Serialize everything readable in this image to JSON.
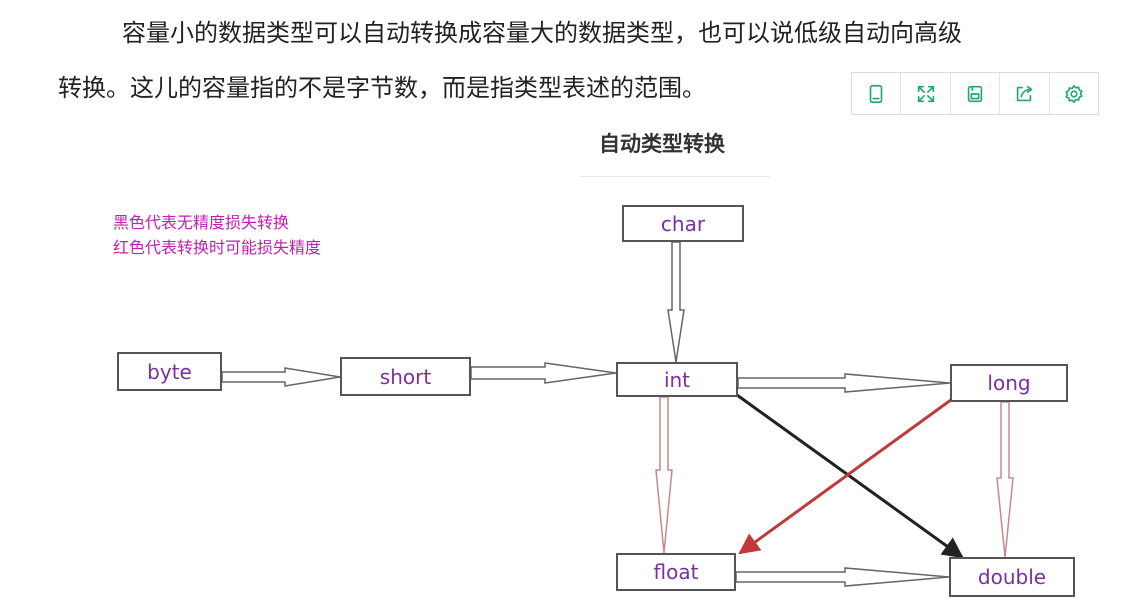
{
  "paragraph": {
    "line1": "容量小的数据类型可以自动转换成容量大的数据类型，也可以说低级自动向高级",
    "line2": "转换。这儿的容量指的不是字节数，而是指类型表述的范围。"
  },
  "toolbar": {
    "buttons": [
      {
        "icon": "tablet-icon"
      },
      {
        "icon": "fullscreen-icon"
      },
      {
        "icon": "save-icon"
      },
      {
        "icon": "share-icon"
      },
      {
        "icon": "settings-icon"
      }
    ],
    "icon_color": "#23a86b"
  },
  "diagram": {
    "title": "自动类型转换",
    "legend": {
      "line1": "黑色代表无精度损失转换",
      "line2": "红色代表转换时可能损失精度",
      "color": "#c21fb0"
    },
    "nodes": {
      "byte": "byte",
      "short": "short",
      "char": "char",
      "int": "int",
      "long": "long",
      "float": "float",
      "double": "double"
    },
    "edges": [
      {
        "from": "byte",
        "to": "short",
        "lossy": false
      },
      {
        "from": "short",
        "to": "int",
        "lossy": false
      },
      {
        "from": "char",
        "to": "int",
        "lossy": false
      },
      {
        "from": "int",
        "to": "long",
        "lossy": false
      },
      {
        "from": "int",
        "to": "float",
        "lossy": true
      },
      {
        "from": "int",
        "to": "double",
        "lossy": false
      },
      {
        "from": "long",
        "to": "float",
        "lossy": true
      },
      {
        "from": "long",
        "to": "double",
        "lossy": true
      },
      {
        "from": "float",
        "to": "double",
        "lossy": false
      }
    ],
    "colors": {
      "lossless": "#222222",
      "lossy": "#c0393b",
      "node_text": "#7a2fa3"
    }
  }
}
